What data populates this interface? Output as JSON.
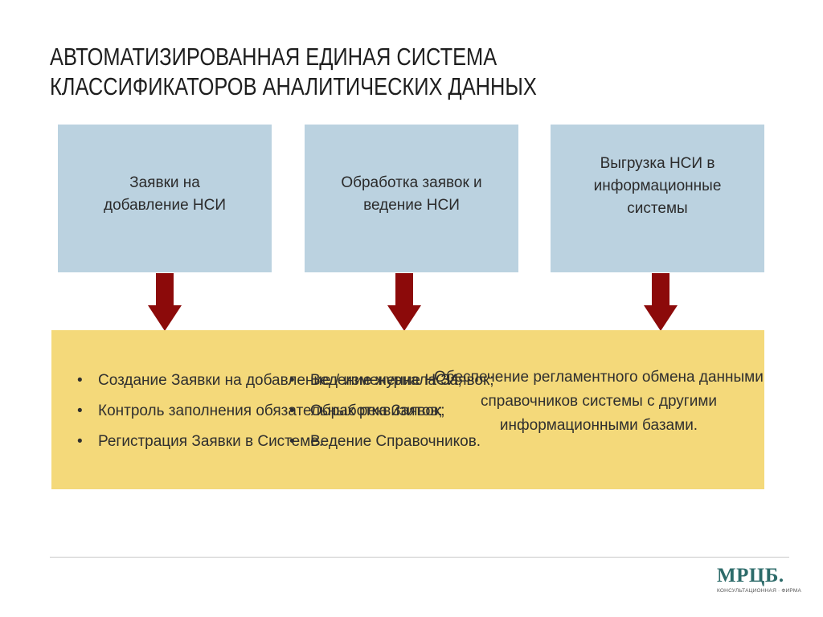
{
  "title": {
    "line1": "АВТОМАТИЗИРОВАННАЯ ЕДИНАЯ СИСТЕМА",
    "line2": "КЛАССИФИКАТОРОВ АНАЛИТИЧЕСКИХ ДАННЫХ"
  },
  "boxes": [
    {
      "label": "Заявки на\nдобавление НСИ"
    },
    {
      "label": "Обработка заявок и\nведение НСИ"
    },
    {
      "label": "Выгрузка НСИ в\nинформационные\nсистемы"
    }
  ],
  "details": {
    "col1": [
      "Создание Заявки на добавление / изменение НСИ;",
      "Контроль заполнения обязательных реквизитов;",
      "Регистрация Заявки в Системе."
    ],
    "col2": [
      "Ведение журнала Заявок;",
      "Обработка Заявок;",
      "Ведение Справочников."
    ],
    "col3": "Обеспечение регламентного обмена данными справочников системы с другими информационными базами."
  },
  "logo": {
    "name": "МРЦБ.",
    "tagline": "КОНСУЛЬТАЦИОННАЯ · ФИРМА"
  },
  "colors": {
    "box_fill": "#bbd2e0",
    "panel_fill": "#f4d97a",
    "arrow_fill": "#8c0a0a",
    "logo": "#2d6b6a"
  },
  "icons": [
    "down-arrow-icon",
    "down-arrow-icon",
    "down-arrow-icon",
    "mrcb-logo"
  ]
}
